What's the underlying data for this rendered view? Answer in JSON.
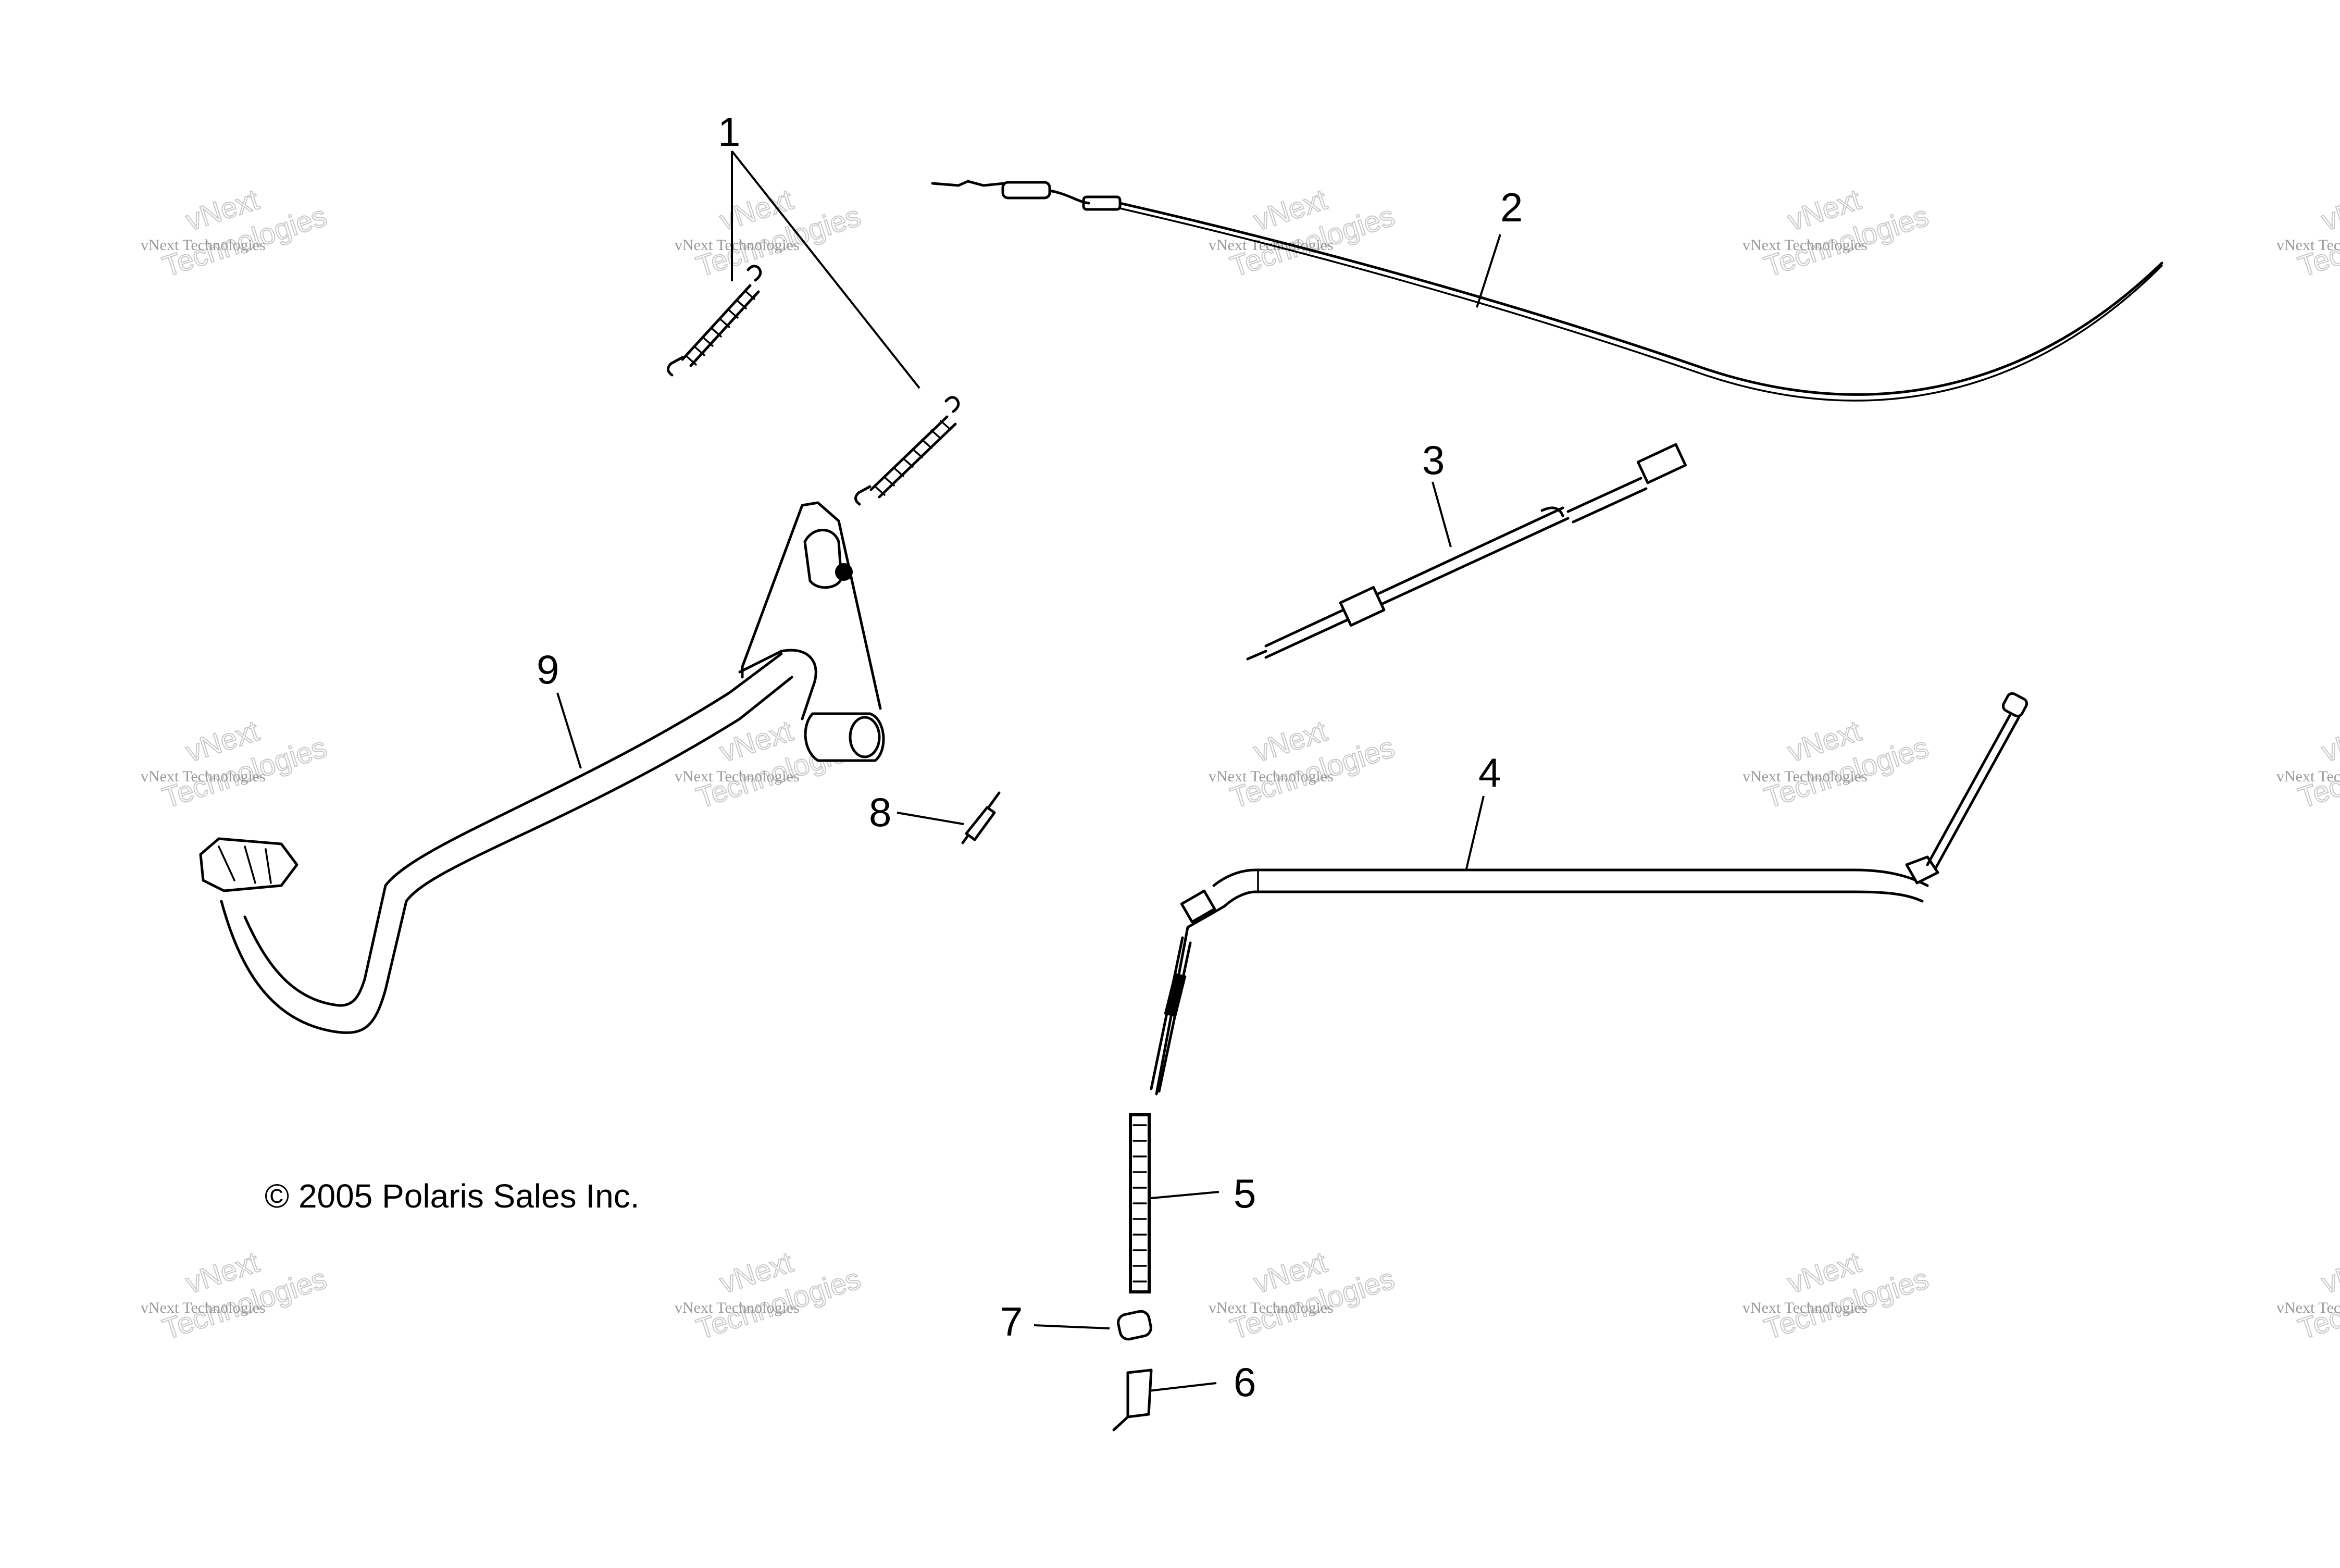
{
  "diagram": {
    "copyright": "© 2005 Polaris Sales Inc.",
    "watermark": {
      "line1": "vNext",
      "line2": "Technologies",
      "small": "vNext Technologies"
    },
    "callouts": [
      {
        "id": "1",
        "label": "1"
      },
      {
        "id": "2",
        "label": "2"
      },
      {
        "id": "3",
        "label": "3"
      },
      {
        "id": "4",
        "label": "4"
      },
      {
        "id": "5",
        "label": "5"
      },
      {
        "id": "6",
        "label": "6"
      },
      {
        "id": "7",
        "label": "7"
      },
      {
        "id": "8",
        "label": "8"
      },
      {
        "id": "9",
        "label": "9"
      }
    ]
  }
}
